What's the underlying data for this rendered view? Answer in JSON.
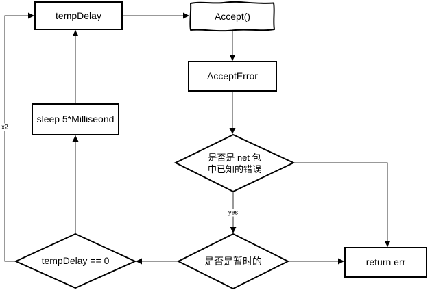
{
  "diagram": {
    "title": "accept-retry-flowchart",
    "background_color": "#ffffff",
    "shape_stroke_color": "#000000",
    "connector_color": "#333333",
    "nodes": {
      "temp_delay": {
        "label": "tempDelay",
        "shape": "rectangle"
      },
      "accept": {
        "label": "Accept()",
        "shape": "sketch-rectangle"
      },
      "accept_error": {
        "label": "AcceptError",
        "shape": "rectangle"
      },
      "sleep": {
        "label": "sleep 5*Milliseond",
        "shape": "rectangle"
      },
      "known_net_error": {
        "label": "是否是 net 包中已知的错误",
        "line1": "是否是 net 包",
        "line2": "中已知的错误",
        "shape": "diamond"
      },
      "is_temporary": {
        "label": "是否是暂时的",
        "shape": "diamond"
      },
      "temp_delay_zero": {
        "label": "tempDelay == 0",
        "shape": "diamond"
      },
      "return_err": {
        "label": "return err",
        "shape": "rectangle"
      }
    },
    "edge_labels": {
      "yes": "yes",
      "x2": "x2"
    }
  }
}
